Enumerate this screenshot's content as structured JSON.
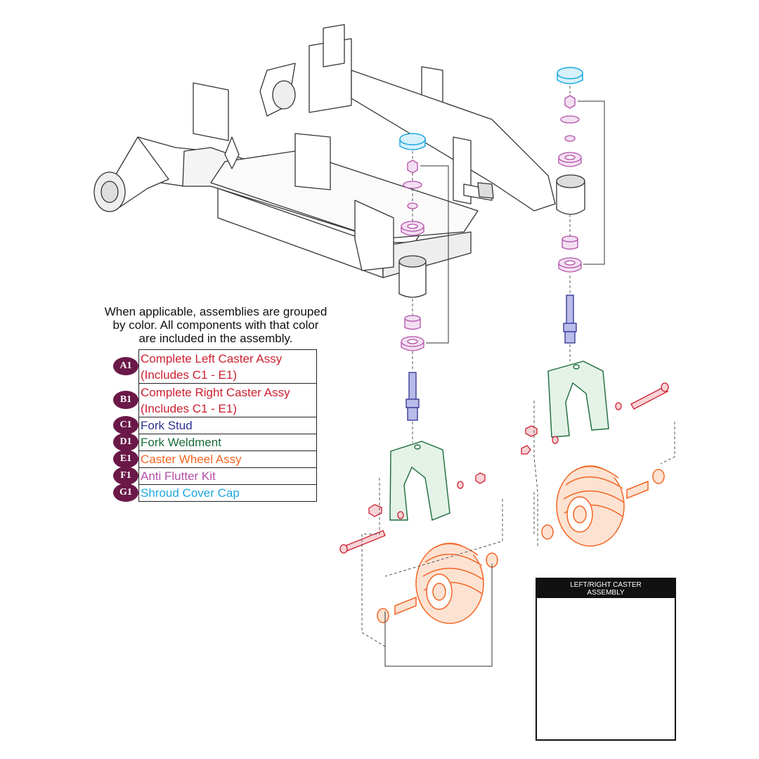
{
  "note": {
    "line1": "When applicable, assemblies are grouped",
    "line2": "by color. All components with that color",
    "line3": "are included in the assembly."
  },
  "legend": [
    {
      "badge": "A1",
      "label_line1": "Complete Left Caster Assy",
      "label_line2": "(Includes C1 - E1)",
      "color": "#cc1f2f"
    },
    {
      "badge": "B1",
      "label_line1": "Complete Right Caster Assy",
      "label_line2": "(Includes C1 - E1)",
      "color": "#cc1f2f"
    },
    {
      "badge": "C1",
      "label_line1": "Fork Stud",
      "color": "#2e3192"
    },
    {
      "badge": "D1",
      "label_line1": "Fork Weldment",
      "color": "#1b6b3a"
    },
    {
      "badge": "E1",
      "label_line1": "Caster Wheel Assy",
      "color": "#f26522"
    },
    {
      "badge": "F1",
      "label_line1": "Anti Flutter Kit",
      "color": "#b24fa8"
    },
    {
      "badge": "G1",
      "label_line1": "Shroud Cover Cap",
      "color": "#1ea7e1"
    }
  ],
  "inset": {
    "title_line1": "LEFT/RIGHT CASTER",
    "title_line2": "ASSEMBLY"
  },
  "colors": {
    "badge_fill": "#6a1848",
    "assembly_red": "#cc1f2f",
    "fork_stud": "#2e3192",
    "fork_weldment": "#1b6b3a",
    "caster_wheel": "#f26522",
    "anti_flutter": "#b24fa8",
    "shroud_cap": "#1ea7e1"
  }
}
